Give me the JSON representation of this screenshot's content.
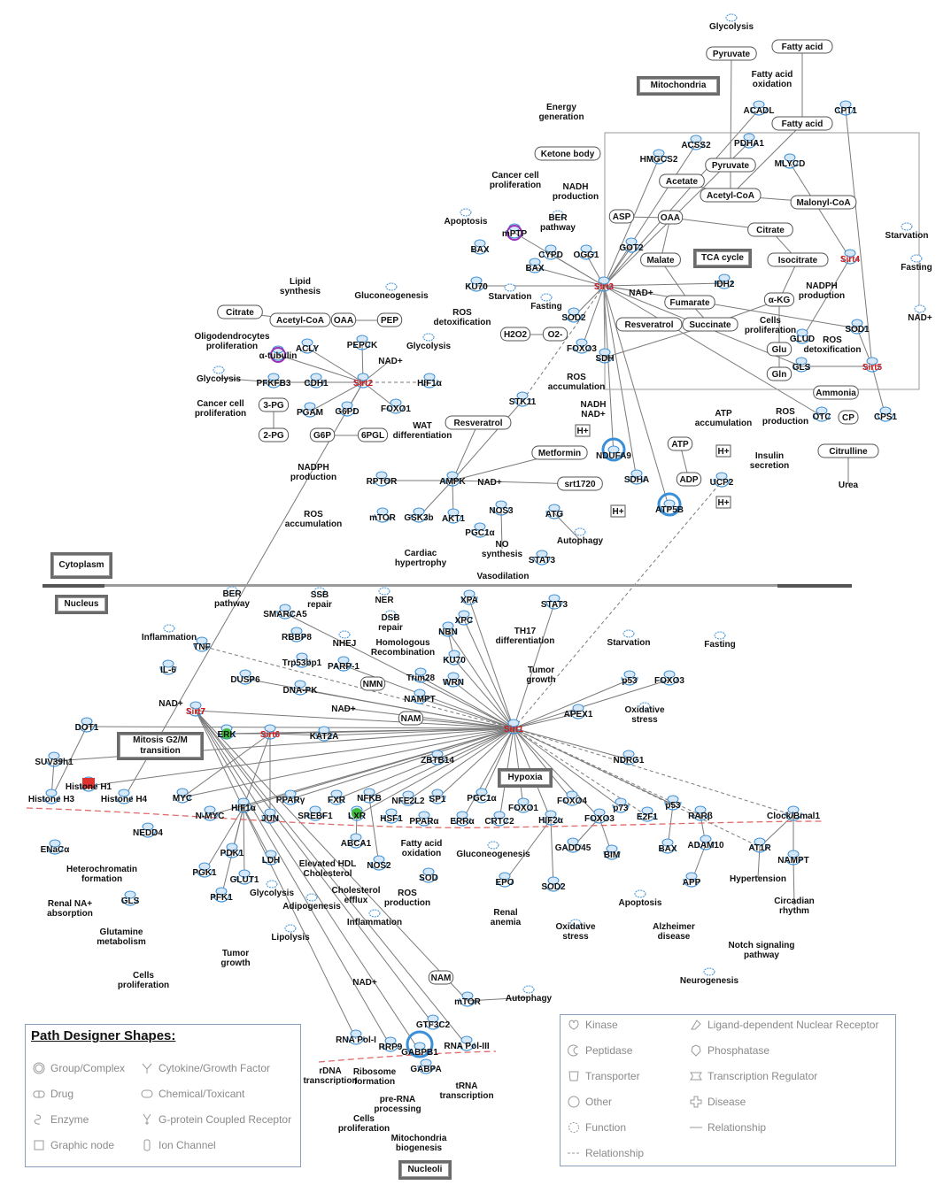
{
  "compartments": {
    "mitochondria": "Mitochondria",
    "cytoplasm": "Cytoplasm",
    "nucleus": "Nucleus",
    "nucleoli": "Nucleoli",
    "tca_cycle": "TCA cycle",
    "mitosis": "Mitosis G2/M transition",
    "hypoxia": "Hypoxia"
  },
  "nodes": {
    "sirt1": "Sirt1",
    "sirt2": "Sirt2",
    "sirt3": "Sirt3",
    "sirt4": "Sirt4",
    "sirt5": "Sirt5",
    "sirt6": "Sirt6",
    "sirt7": "Sirt7",
    "glycolysis_top": "Glycolysis",
    "pyruvate_top": "Pyruvate",
    "fatty_acid_top": "Fatty acid",
    "fatty_acid_oxidation": "Fatty acid oxidation",
    "acadl": "ACADL",
    "cpt1": "CPT1",
    "fatty_acid_mid": "Fatty acid",
    "energy_generation": "Energy generation",
    "ketone_body": "Ketone body",
    "acss2": "ACSS2",
    "hmgcs2": "HMGCS2",
    "pdha1": "PDHA1",
    "pyruvate_mid": "Pyruvate",
    "mlycd": "MLYCD",
    "acetate": "Acetate",
    "acetyl_coa": "Acetyl-CoA",
    "malonyl_coa": "Malonyl-CoA",
    "cancer_prolif_top": "Cancer cell proliferation",
    "nadh_production": "NADH production",
    "asp": "ASP",
    "oaa_top": "OAA",
    "citrate_top": "Citrate",
    "starvation_right": "Starvation",
    "apoptosis_top": "Apoptosis",
    "mptp": "mPTP",
    "ber_pathway_top": "BER pathway",
    "bax_top": "BAX",
    "cypd": "CYPD",
    "ogg1": "OGG1",
    "got2": "GOT2",
    "malate": "Malate",
    "isocitrate": "Isocitrate",
    "fasting_right": "Fasting",
    "bax_mid": "BAX",
    "ku70_top": "KU70",
    "starvation_mid": "Starvation",
    "nad_mito": "NAD+",
    "idh2": "IDH2",
    "nadph_production_right": "NADPH production",
    "fasting_mid": "Fasting",
    "fumarate": "Fumarate",
    "akg": "α-KG",
    "nad_right": "NAD+",
    "ros_detox_top": "ROS detoxification",
    "sod2_top": "SOD2",
    "h2o2": "H2O2",
    "o2": "O2-",
    "resveratrol_top": "Resveratrol",
    "succinate": "Succinate",
    "cells_prolif_right": "Cells proliferation",
    "sod1": "SOD1",
    "glud": "GLUD",
    "ros_detox_right": "ROS detoxification",
    "glu": "Glu",
    "gls_top": "GLS",
    "gln": "Gln",
    "foxo3_top": "FOXO3",
    "sdh": "SDH",
    "ros_accum_mid": "ROS accumulation",
    "ammonia": "Ammonia",
    "lipid_synthesis": "Lipid synthesis",
    "gluconeogenesis_top": "Gluconeogenesis",
    "citrate_left": "Citrate",
    "acetyl_coa_left": "Acetyl-CoA",
    "oaa_left": "OAA",
    "pep": "PEP",
    "oligodendrocytes": "Oligodendrocytes proliferation",
    "acly": "ACLY",
    "pepck": "PEPCK",
    "glycolysis_left": "Glycolysis",
    "alpha_tubulin": "α-tubulin",
    "nad_cyto": "NAD+",
    "glycolysis_far_left": "Glycolysis",
    "pfkfb3": "PFKFB3",
    "cdh1": "CDH1",
    "hif1a_top": "HIF1α",
    "cancer_prolif_left": "Cancer cell proliferation",
    "pg3": "3-PG",
    "pgam": "PGAM",
    "g6pd": "G6PD",
    "foxo1_top": "FOXO1",
    "pg2": "2-PG",
    "g6p": "G6P",
    "pgl6": "6PGL",
    "wat_diff": "WAT differentiation",
    "nadph_production_left": "NADPH production",
    "ros_accum_left": "ROS accumulation",
    "stk11": "STK11",
    "nadh_nad": "NADH NAD+",
    "otc": "OTC",
    "cps1": "CPS1",
    "cp": "CP",
    "resveratrol_mid": "Resveratrol",
    "atp_accum": "ATP accumulation",
    "ros_production_top": "ROS production",
    "metformin": "Metformin",
    "ndufa9": "NDUFA9",
    "atp": "ATP",
    "citrulline": "Citrulline",
    "insulin_secretion": "Insulin secretion",
    "rptor": "RPTOR",
    "ampk": "AMPK",
    "nad_sirt1": "NAD+",
    "srt1720": "srt1720",
    "sdha": "SDHA",
    "adp": "ADP",
    "ucp2": "UCP2",
    "urea": "Urea",
    "h_plus_1": "H+",
    "h_plus_2": "H+",
    "h_plus_3": "H+",
    "h_plus_4": "H+",
    "mtor_top": "mTOR",
    "gsk3b": "GSK3b",
    "akt1": "AKT1",
    "nos3": "NOS3",
    "atg": "ATG",
    "atp5b": "ATP5B",
    "pgc1a_top": "PGC1α",
    "autophagy_top": "Autophagy",
    "cardiac_hypertrophy": "Cardiac hypertrophy",
    "no_synthesis": "NO synthesis",
    "stat3_top": "STAT3",
    "vasodilation": "Vasodilation",
    "ber_pathway_nuc": "BER pathway",
    "ssb_repair": "SSB repair",
    "ner": "NER",
    "xpa": "XPA",
    "stat3_nuc": "STAT3",
    "smarca5": "SMARCA5",
    "dsb_repair": "DSB repair",
    "xpc": "XPC",
    "nbn": "NBN",
    "th17_diff": "TH17 differentiation",
    "inflammation_top": "Inflammation",
    "tnf": "TNF",
    "rbbp8": "RBBP8",
    "nhej": "NHEJ",
    "homologous": "Homologous Recombination",
    "ku70_nuc": "KU70",
    "starvation_nuc": "Starvation",
    "fasting_nuc": "Fasting",
    "il6": "IL-6",
    "trp53bp1": "Trp53bp1",
    "parp1": "PARP-1",
    "tumor_growth_top": "Tumor growth",
    "dusp6": "DUSP6",
    "nmn": "NMN",
    "trim28": "Trim28",
    "wrn": "WRN",
    "p53_top": "p53",
    "foxo3_nuc": "FOXO3",
    "dna_pk": "DNA-PK",
    "nampt_top": "NAMPT",
    "nad_nuc_left": "NAD+",
    "nad_nuc_mid": "NAD+",
    "apex1": "APEX1",
    "oxidative_stress_top": "Oxidative stress",
    "nam_mid": "NAM",
    "dot1": "DOT1",
    "erk": "ERK",
    "kat2a": "KAT2A",
    "suv39h1": "SUV39h1",
    "zbtb14": "ZBTB14",
    "ndrg1": "NDRG1",
    "histone_h1": "Histone H1",
    "histone_h3": "Histone H3",
    "histone_h4": "Histone H4",
    "myc": "MYC",
    "nmyc": "N-MYC",
    "hif1a_nuc": "HIF1α",
    "ppar_gamma": "PPARγ",
    "fxr": "FXR",
    "nfkb": "NFKB",
    "nfe2l2": "NFE2L2",
    "sp1": "SP1",
    "pgc1a_nuc": "PGC1α",
    "foxo1_nuc": "FOXO1",
    "foxo4": "FOXO4",
    "p73": "p73",
    "e2f1": "E2F1",
    "p53_nuc": "p53",
    "rara": "RARβ",
    "clock_bmal1": "Clock/Bmal1",
    "nedd4": "NEDD4",
    "jun": "JUN",
    "srebf1": "SREBF1",
    "lxr": "LXR",
    "hsf1": "HSF1",
    "ppara": "PPARα",
    "erra": "ERRα",
    "crtc2": "CRTC2",
    "hif2a": "HIF2α",
    "foxo3_low": "FOXO3",
    "adam10": "ADAM10",
    "at1r": "AT1R",
    "enac": "ENaCα",
    "pdk1": "PDK1",
    "ldh": "LDH",
    "elevated_hdl": "Elevated HDL Cholesterol",
    "abca1": "ABCA1",
    "fatty_acid_ox_nuc": "Fatty acid oxidation",
    "gluconeogenesis_nuc": "Gluconeogenesis",
    "gadd45": "GADD45",
    "bim": "BIM",
    "bax_nuc": "BAX",
    "nampt_nuc": "NAMPT",
    "heterochromatin": "Heterochromatin formation",
    "pgk1": "PGK1",
    "glut1": "GLUT1",
    "nos2": "NOS2",
    "sod_nuc": "SOD",
    "epo": "EPO",
    "sod2_nuc": "SOD2",
    "app": "APP",
    "hypertension": "Hypertension",
    "renal_na": "Renal NA+ absorption",
    "pfk1": "PFK1",
    "glycolysis_nuc": "Glycolysis",
    "cholesterol_efflux": "Cholesterol efflux",
    "ros_production_nuc": "ROS production",
    "apoptosis_nuc": "Apoptosis",
    "circadian": "Circadian rhythm",
    "gls_nuc": "GLS",
    "adipogenesis": "Adipogenesis",
    "renal_anemia": "Renal anemia",
    "alzheimer": "Alzheimer disease",
    "inflammation_nuc": "Inflammation",
    "glutamine_metab": "Glutamine metabolism",
    "lipolysis": "Lipolysis",
    "oxidative_stress_nuc": "Oxidative stress",
    "notch": "Notch signaling pathway",
    "tumor_growth_nuc": "Tumor growth",
    "cells_prolif_nuc": "Cells proliferation",
    "neurogenesis": "Neurogenesis",
    "nad_nucleoli": "NAD+",
    "nam_nucleoli": "NAM",
    "mtor_nucleoli": "mTOR",
    "autophagy_nucleoli": "Autophagy",
    "gtf3c2": "GTF3C2",
    "rna_pol1": "RNA Pol-I",
    "rrp9": "RRP9",
    "gabpb1": "GABPB1",
    "rna_pol3": "RNA Pol-III",
    "gabpa": "GABPA",
    "rdna_transcription": "rDNA transcription",
    "ribosome_formation": "Ribosome formation",
    "trna_transcription": "tRNA transcription",
    "pre_rna": "pre-RNA processing",
    "cells_prolif_nucleoli": "Cells proliferation",
    "mito_biogenesis": "Mitochondria biogenesis"
  },
  "legend_left": {
    "title": "Path Designer Shapes:",
    "items": [
      {
        "label": "Group/Complex",
        "icon": "circle-double-icon"
      },
      {
        "label": "Cytokine/Growth Factor",
        "icon": "cytokine-icon"
      },
      {
        "label": "Drug",
        "icon": "drug-capsule-icon"
      },
      {
        "label": "Chemical/Toxicant",
        "icon": "chemical-rounded-rect-icon"
      },
      {
        "label": "Enzyme",
        "icon": "enzyme-icon"
      },
      {
        "label": "G-protein Coupled Receptor",
        "icon": "gpcr-icon"
      },
      {
        "label": "Graphic node",
        "icon": "square-icon"
      },
      {
        "label": "Ion Channel",
        "icon": "ion-channel-icon"
      }
    ]
  },
  "legend_right": {
    "items": [
      {
        "label": "Kinase",
        "icon": "kinase-icon"
      },
      {
        "label": "Ligand-dependent Nuclear Receptor",
        "icon": "nuclear-receptor-icon"
      },
      {
        "label": "Peptidase",
        "icon": "peptidase-icon"
      },
      {
        "label": "Phosphatase",
        "icon": "phosphatase-icon"
      },
      {
        "label": "Transporter",
        "icon": "transporter-icon"
      },
      {
        "label": "Transcription Regulator",
        "icon": "transcription-regulator-icon"
      },
      {
        "label": "Other",
        "icon": "circle-icon"
      },
      {
        "label": "Disease",
        "icon": "cross-icon"
      },
      {
        "label": "Function",
        "icon": "cloud-icon"
      },
      {
        "label": "Relationship",
        "icon": "solid-line-icon"
      },
      {
        "label": "Relationship",
        "icon": "dashed-line-icon"
      }
    ]
  },
  "colors": {
    "node_blue": "#3b8fd6",
    "sirtuin_red": "#d21a1a",
    "edge_gray": "#7a7a7a",
    "membrane_red": "#e06a6a",
    "mptp_purple": "#9b2fb5",
    "erk_green": "#3dbb3d"
  }
}
